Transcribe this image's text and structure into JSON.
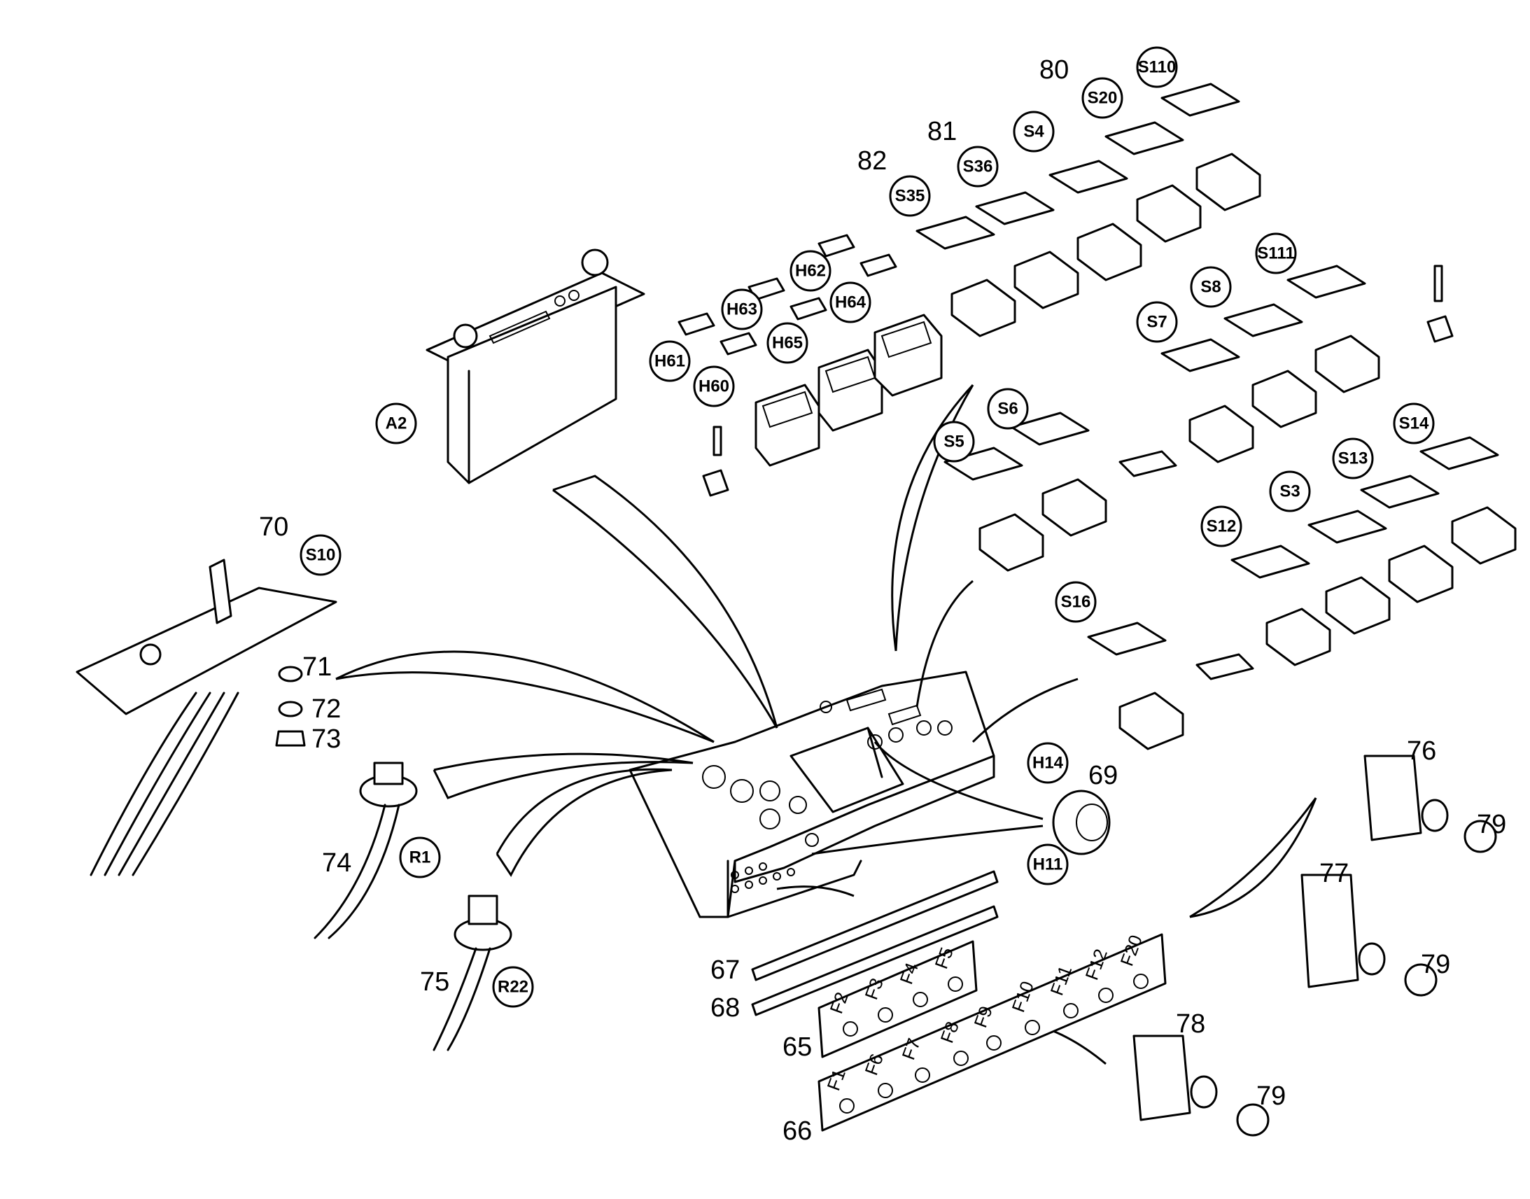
{
  "numbers": [
    "65",
    "66",
    "67",
    "68",
    "69",
    "70",
    "71",
    "72",
    "73",
    "74",
    "75",
    "76",
    "77",
    "78",
    "79",
    "79",
    "79",
    "80",
    "81",
    "82"
  ],
  "codes": [
    "A2",
    "S10",
    "R1",
    "R22",
    "H61",
    "H60",
    "H63",
    "H65",
    "H62",
    "H64",
    "S35",
    "S36",
    "S4",
    "S20",
    "S110",
    "S5",
    "S6",
    "S7",
    "S8",
    "S111",
    "S12",
    "S3",
    "S13",
    "S14",
    "S16",
    "H14",
    "H11"
  ],
  "fuses_top": [
    "F2",
    "F3",
    "F4",
    "F5"
  ],
  "fuses_bottom": [
    "F1",
    "F6",
    "F7",
    "F8",
    "F9",
    "F10",
    "F11",
    "F12",
    "F20"
  ]
}
